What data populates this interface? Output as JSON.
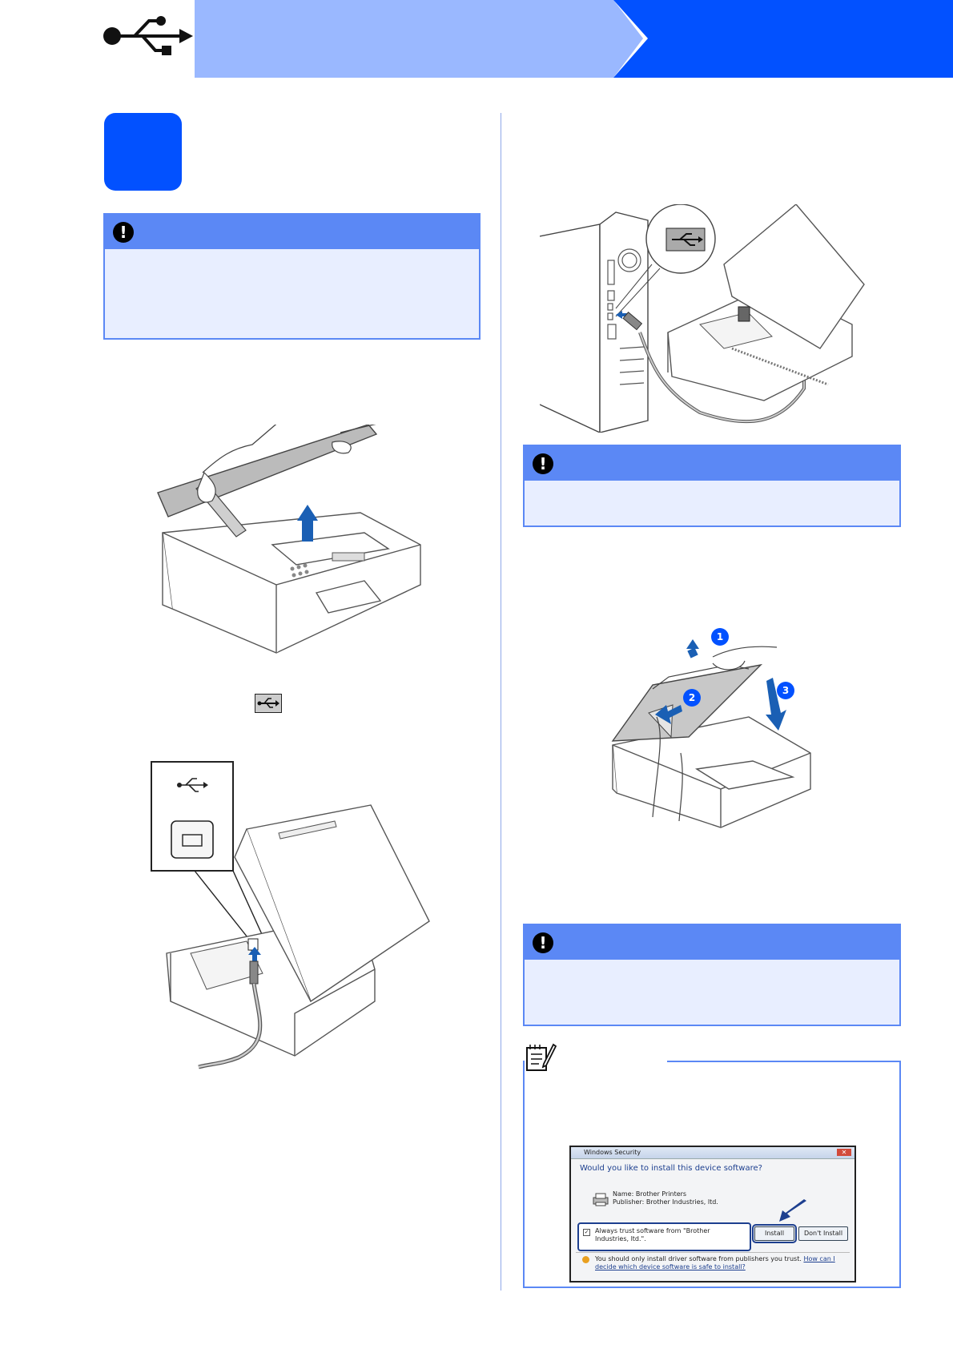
{
  "header": {
    "icon": "usb-icon",
    "colors": {
      "light": "#9ab8ff",
      "dark": "#0251ff"
    }
  },
  "step": {
    "number": ""
  },
  "warnings": [
    {
      "icon": "exclamation-icon"
    },
    {
      "icon": "exclamation-icon"
    },
    {
      "icon": "exclamation-icon"
    }
  ],
  "note": {
    "icon": "note-pencil-icon"
  },
  "windows_dialog": {
    "title": "Windows Security",
    "close": "✕",
    "question": "Would you like to install this device software?",
    "name_line": "Name: Brother Printers",
    "publisher_line": "Publisher: Brother Industries, ltd.",
    "checkbox_mark": "✓",
    "checkbox_label": "Always trust software from \"Brother Industries, ltd.\".",
    "install_button": "Install",
    "dont_install_button": "Don't Install",
    "footer_text": "You should only install driver software from publishers you trust.",
    "footer_link": "How can I decide which device software is safe to install?"
  },
  "callouts": [
    "1",
    "2",
    "3"
  ]
}
